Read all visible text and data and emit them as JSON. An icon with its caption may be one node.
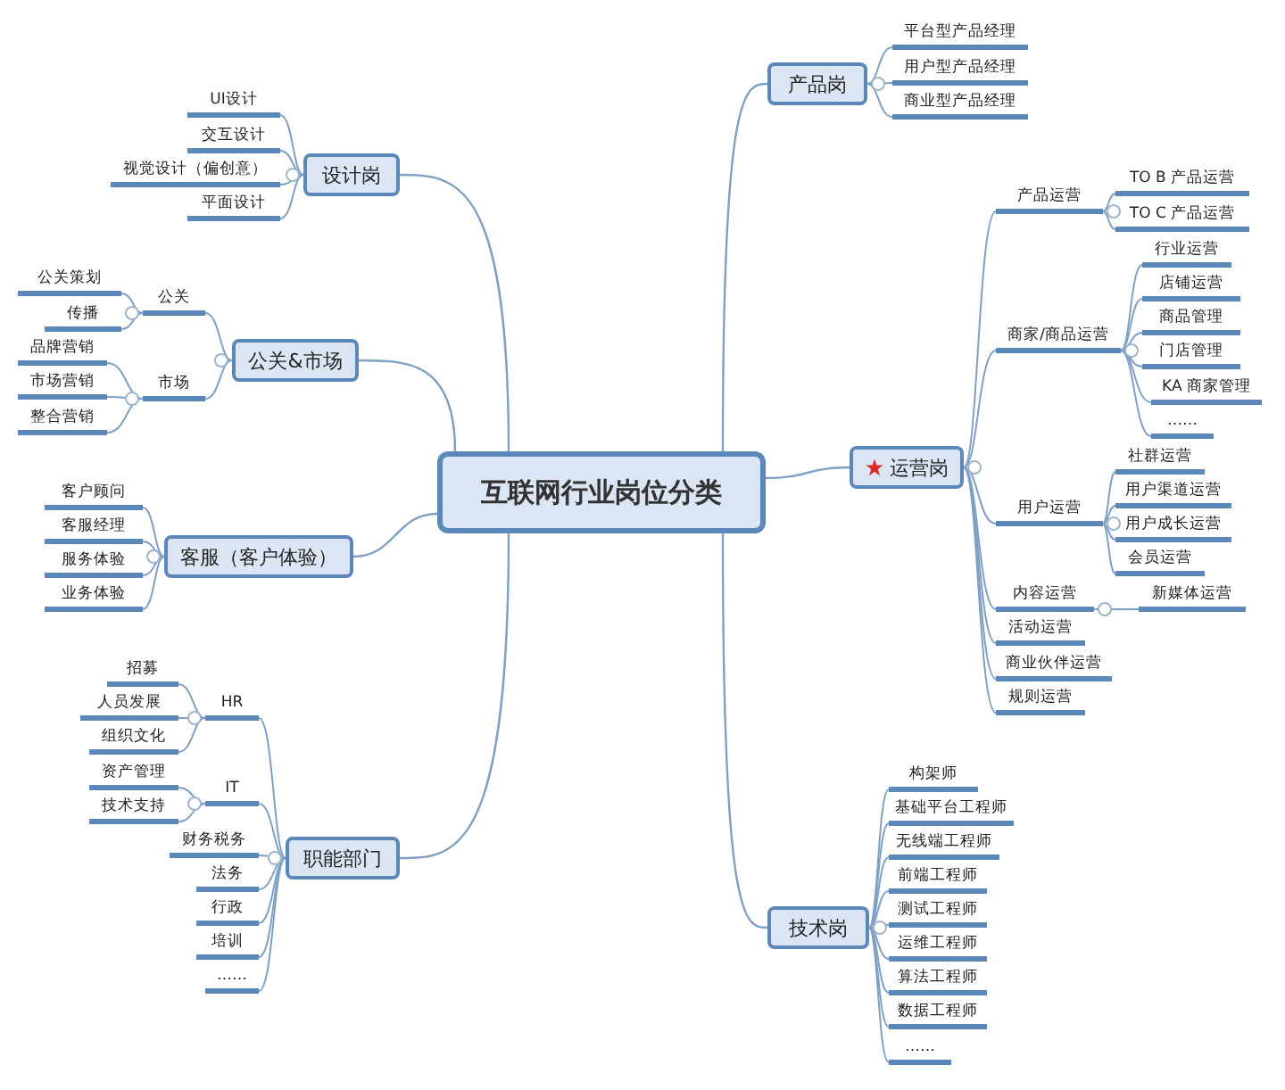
{
  "diagram": {
    "nodes": [
      {
        "text": [
          "互联网行业岗位分类"
        ]
      },
      {
        "text": [
          "产品岗"
        ]
      },
      {
        "text": [
          "平台型产品经理"
        ]
      },
      {
        "text": [
          "用户型产品经理"
        ]
      },
      {
        "text": [
          "商业型产品经理"
        ]
      },
      {
        "text": [
          "运营岗"
        ]
      },
      {
        "text": [
          "产品运营"
        ]
      },
      {
        "text": [
          "TO B 产品运营"
        ]
      },
      {
        "text": [
          "TO C 产品运营"
        ]
      },
      {
        "text": [
          "商家/商品运营"
        ]
      },
      {
        "text": [
          "行业运营"
        ]
      },
      {
        "text": [
          "店铺运营"
        ]
      },
      {
        "text": [
          "商品管理"
        ]
      },
      {
        "text": [
          "门店管理"
        ]
      },
      {
        "text": [
          "KA 商家管理"
        ]
      },
      {
        "text": [
          "……"
        ]
      },
      {
        "text": [
          "用户运营"
        ]
      },
      {
        "text": [
          "社群运营"
        ]
      },
      {
        "text": [
          "用户渠道运营"
        ]
      },
      {
        "text": [
          "用户成长运营"
        ]
      },
      {
        "text": [
          "会员运营"
        ]
      },
      {
        "text": [
          "内容运营"
        ]
      },
      {
        "text": [
          "新媒体运营"
        ]
      },
      {
        "text": [
          "活动运营"
        ]
      },
      {
        "text": [
          "商业伙伴运营"
        ]
      },
      {
        "text": [
          "规则运营"
        ]
      },
      {
        "text": [
          "技术岗"
        ]
      },
      {
        "text": [
          "构架师"
        ]
      },
      {
        "text": [
          "基础平台工程师"
        ]
      },
      {
        "text": [
          "无线端工程师"
        ]
      },
      {
        "text": [
          "前端工程师"
        ]
      },
      {
        "text": [
          "测试工程师"
        ]
      },
      {
        "text": [
          "运维工程师"
        ]
      },
      {
        "text": [
          "算法工程师"
        ]
      },
      {
        "text": [
          "数据工程师"
        ]
      },
      {
        "text": [
          "……"
        ]
      },
      {
        "text": [
          "设计岗"
        ]
      },
      {
        "text": [
          "UI设计"
        ]
      },
      {
        "text": [
          "交互设计"
        ]
      },
      {
        "text": [
          "视觉设计（偏创意）"
        ]
      },
      {
        "text": [
          "平面设计"
        ]
      },
      {
        "text": [
          "公关&市场"
        ]
      },
      {
        "text": [
          "公关"
        ]
      },
      {
        "text": [
          "公关策划"
        ]
      },
      {
        "text": [
          "传播"
        ]
      },
      {
        "text": [
          "市场"
        ]
      },
      {
        "text": [
          "品牌营销"
        ]
      },
      {
        "text": [
          "市场营销"
        ]
      },
      {
        "text": [
          "整合营销"
        ]
      },
      {
        "text": [
          "客服（客户体验）"
        ]
      },
      {
        "text": [
          "客户顾问"
        ]
      },
      {
        "text": [
          "客服经理"
        ]
      },
      {
        "text": [
          "服务体验"
        ]
      },
      {
        "text": [
          "业务体验"
        ]
      },
      {
        "text": [
          "职能部门"
        ]
      },
      {
        "text": [
          "HR"
        ]
      },
      {
        "text": [
          "招募"
        ]
      },
      {
        "text": [
          "人员发展"
        ]
      },
      {
        "text": [
          "组织文化"
        ]
      },
      {
        "text": [
          "IT"
        ]
      },
      {
        "text": [
          "资产管理"
        ]
      },
      {
        "text": [
          "技术支持"
        ]
      },
      {
        "text": [
          "财务税务"
        ]
      },
      {
        "text": [
          "法务"
        ]
      },
      {
        "text": [
          "行政"
        ]
      },
      {
        "text": [
          "培训"
        ]
      },
      {
        "text": [
          "……"
        ]
      }
    ],
    "edges": [
      {
        "from": 0,
        "to": 1,
        "arrow": "none"
      },
      {
        "from": 1,
        "to": 2,
        "arrow": "none"
      },
      {
        "from": 1,
        "to": 3,
        "arrow": "none"
      },
      {
        "from": 1,
        "to": 4,
        "arrow": "none"
      },
      {
        "from": 0,
        "to": 5,
        "arrow": "none"
      },
      {
        "from": 5,
        "to": 6,
        "arrow": "none"
      },
      {
        "from": 6,
        "to": 7,
        "arrow": "none"
      },
      {
        "from": 6,
        "to": 8,
        "arrow": "none"
      },
      {
        "from": 5,
        "to": 9,
        "arrow": "none"
      },
      {
        "from": 9,
        "to": 10,
        "arrow": "none"
      },
      {
        "from": 9,
        "to": 11,
        "arrow": "none"
      },
      {
        "from": 9,
        "to": 12,
        "arrow": "none"
      },
      {
        "from": 9,
        "to": 13,
        "arrow": "none"
      },
      {
        "from": 9,
        "to": 14,
        "arrow": "none"
      },
      {
        "from": 9,
        "to": 15,
        "arrow": "none"
      },
      {
        "from": 5,
        "to": 16,
        "arrow": "none"
      },
      {
        "from": 16,
        "to": 17,
        "arrow": "none"
      },
      {
        "from": 16,
        "to": 18,
        "arrow": "none"
      },
      {
        "from": 16,
        "to": 19,
        "arrow": "none"
      },
      {
        "from": 16,
        "to": 20,
        "arrow": "none"
      },
      {
        "from": 5,
        "to": 21,
        "arrow": "none"
      },
      {
        "from": 21,
        "to": 22,
        "arrow": "none"
      },
      {
        "from": 5,
        "to": 23,
        "arrow": "none"
      },
      {
        "from": 5,
        "to": 24,
        "arrow": "none"
      },
      {
        "from": 5,
        "to": 25,
        "arrow": "none"
      },
      {
        "from": 0,
        "to": 26,
        "arrow": "none"
      },
      {
        "from": 26,
        "to": 27,
        "arrow": "none"
      },
      {
        "from": 26,
        "to": 28,
        "arrow": "none"
      },
      {
        "from": 26,
        "to": 29,
        "arrow": "none"
      },
      {
        "from": 26,
        "to": 30,
        "arrow": "none"
      },
      {
        "from": 26,
        "to": 31,
        "arrow": "none"
      },
      {
        "from": 26,
        "to": 32,
        "arrow": "none"
      },
      {
        "from": 26,
        "to": 33,
        "arrow": "none"
      },
      {
        "from": 26,
        "to": 34,
        "arrow": "none"
      },
      {
        "from": 26,
        "to": 35,
        "arrow": "none"
      },
      {
        "from": 0,
        "to": 36,
        "arrow": "none"
      },
      {
        "from": 36,
        "to": 37,
        "arrow": "none"
      },
      {
        "from": 36,
        "to": 38,
        "arrow": "none"
      },
      {
        "from": 36,
        "to": 39,
        "arrow": "none"
      },
      {
        "from": 36,
        "to": 40,
        "arrow": "none"
      },
      {
        "from": 0,
        "to": 41,
        "arrow": "none"
      },
      {
        "from": 41,
        "to": 42,
        "arrow": "none"
      },
      {
        "from": 42,
        "to": 43,
        "arrow": "none"
      },
      {
        "from": 42,
        "to": 44,
        "arrow": "none"
      },
      {
        "from": 41,
        "to": 45,
        "arrow": "none"
      },
      {
        "from": 45,
        "to": 46,
        "arrow": "none"
      },
      {
        "from": 45,
        "to": 47,
        "arrow": "none"
      },
      {
        "from": 45,
        "to": 48,
        "arrow": "none"
      },
      {
        "from": 0,
        "to": 49,
        "arrow": "none"
      },
      {
        "from": 49,
        "to": 50,
        "arrow": "none"
      },
      {
        "from": 49,
        "to": 51,
        "arrow": "none"
      },
      {
        "from": 49,
        "to": 52,
        "arrow": "none"
      },
      {
        "from": 49,
        "to": 53,
        "arrow": "none"
      },
      {
        "from": 0,
        "to": 54,
        "arrow": "none"
      },
      {
        "from": 54,
        "to": 55,
        "arrow": "none"
      },
      {
        "from": 55,
        "to": 56,
        "arrow": "none"
      },
      {
        "from": 55,
        "to": 57,
        "arrow": "none"
      },
      {
        "from": 55,
        "to": 58,
        "arrow": "none"
      },
      {
        "from": 54,
        "to": 59,
        "arrow": "none"
      },
      {
        "from": 59,
        "to": 60,
        "arrow": "none"
      },
      {
        "from": 59,
        "to": 61,
        "arrow": "none"
      },
      {
        "from": 54,
        "to": 62,
        "arrow": "none"
      },
      {
        "from": 54,
        "to": 63,
        "arrow": "none"
      },
      {
        "from": 54,
        "to": 64,
        "arrow": "none"
      },
      {
        "from": 54,
        "to": 65,
        "arrow": "none"
      },
      {
        "from": 54,
        "to": 66,
        "arrow": "none"
      }
    ]
  }
}
